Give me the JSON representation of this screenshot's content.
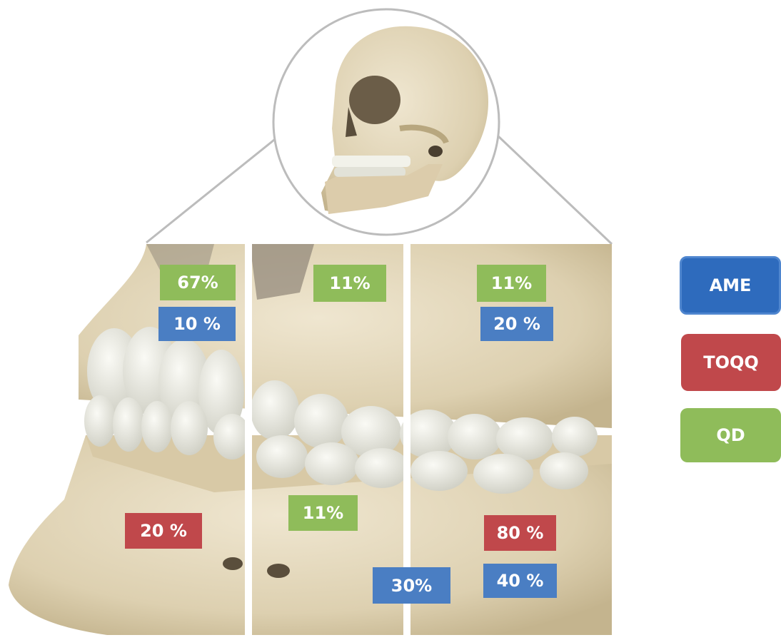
{
  "legend": {
    "items": [
      {
        "label": "AME",
        "color": "#2e6bbd"
      },
      {
        "label": "TOQQ",
        "color": "#c0484b"
      },
      {
        "label": "QD",
        "color": "#8fbc5a"
      }
    ]
  },
  "panels": {
    "left": {
      "upper_green": "67%",
      "upper_blue": "10 %",
      "lower_red": "20 %"
    },
    "middle": {
      "upper_green": "11%",
      "lower_green": "11%",
      "lower_blue": "30%"
    },
    "right": {
      "upper_green": "11%",
      "upper_blue": "20 %",
      "lower_red": "80 %",
      "lower_blue": "40 %"
    }
  },
  "colors": {
    "bone": "#e6dcc4",
    "bone_shadow": "#cbbd9b",
    "tooth": "#eeeee6",
    "divider": "#ffffff",
    "outline": "#bcbcbc"
  }
}
